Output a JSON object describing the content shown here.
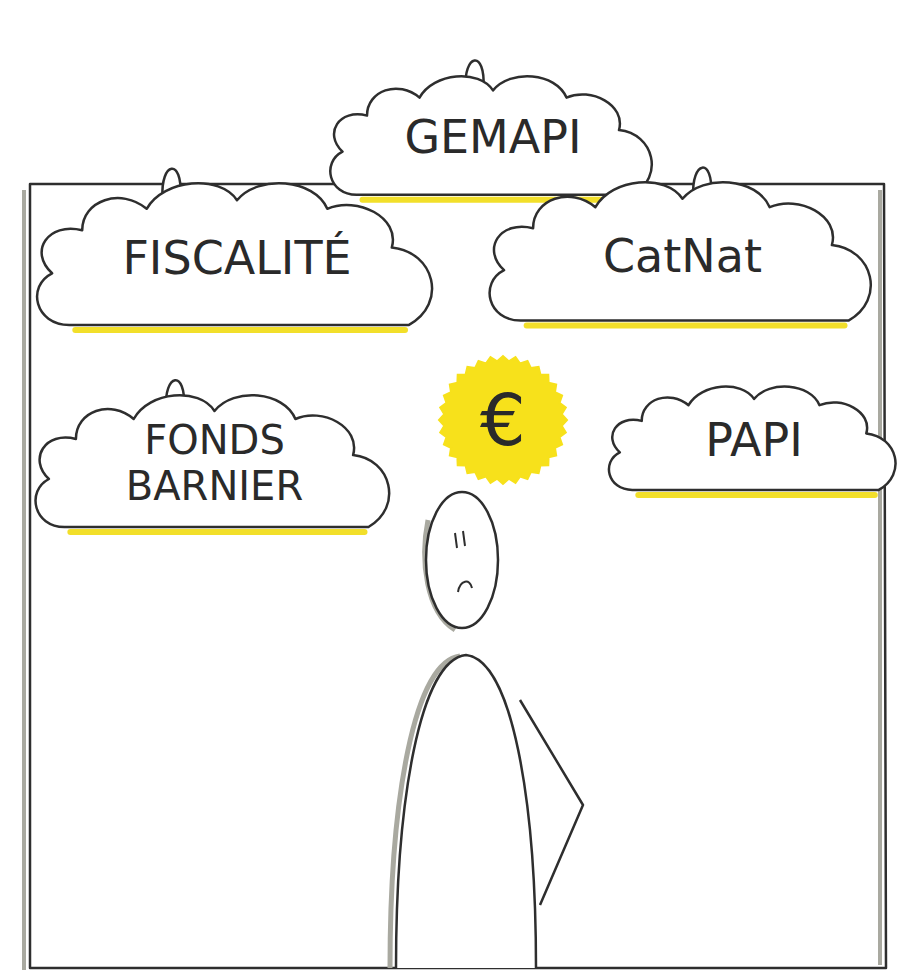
{
  "diagram": {
    "nodes": [
      {
        "text": [
          "GEMAPI"
        ]
      },
      {
        "text": [
          "FISCALITÉ"
        ]
      },
      {
        "text": [
          "CatNat"
        ]
      },
      {
        "text": [
          "FONDS BARNIER"
        ]
      },
      {
        "text": [
          "€"
        ]
      },
      {
        "text": [
          "PAPI"
        ]
      }
    ]
  }
}
